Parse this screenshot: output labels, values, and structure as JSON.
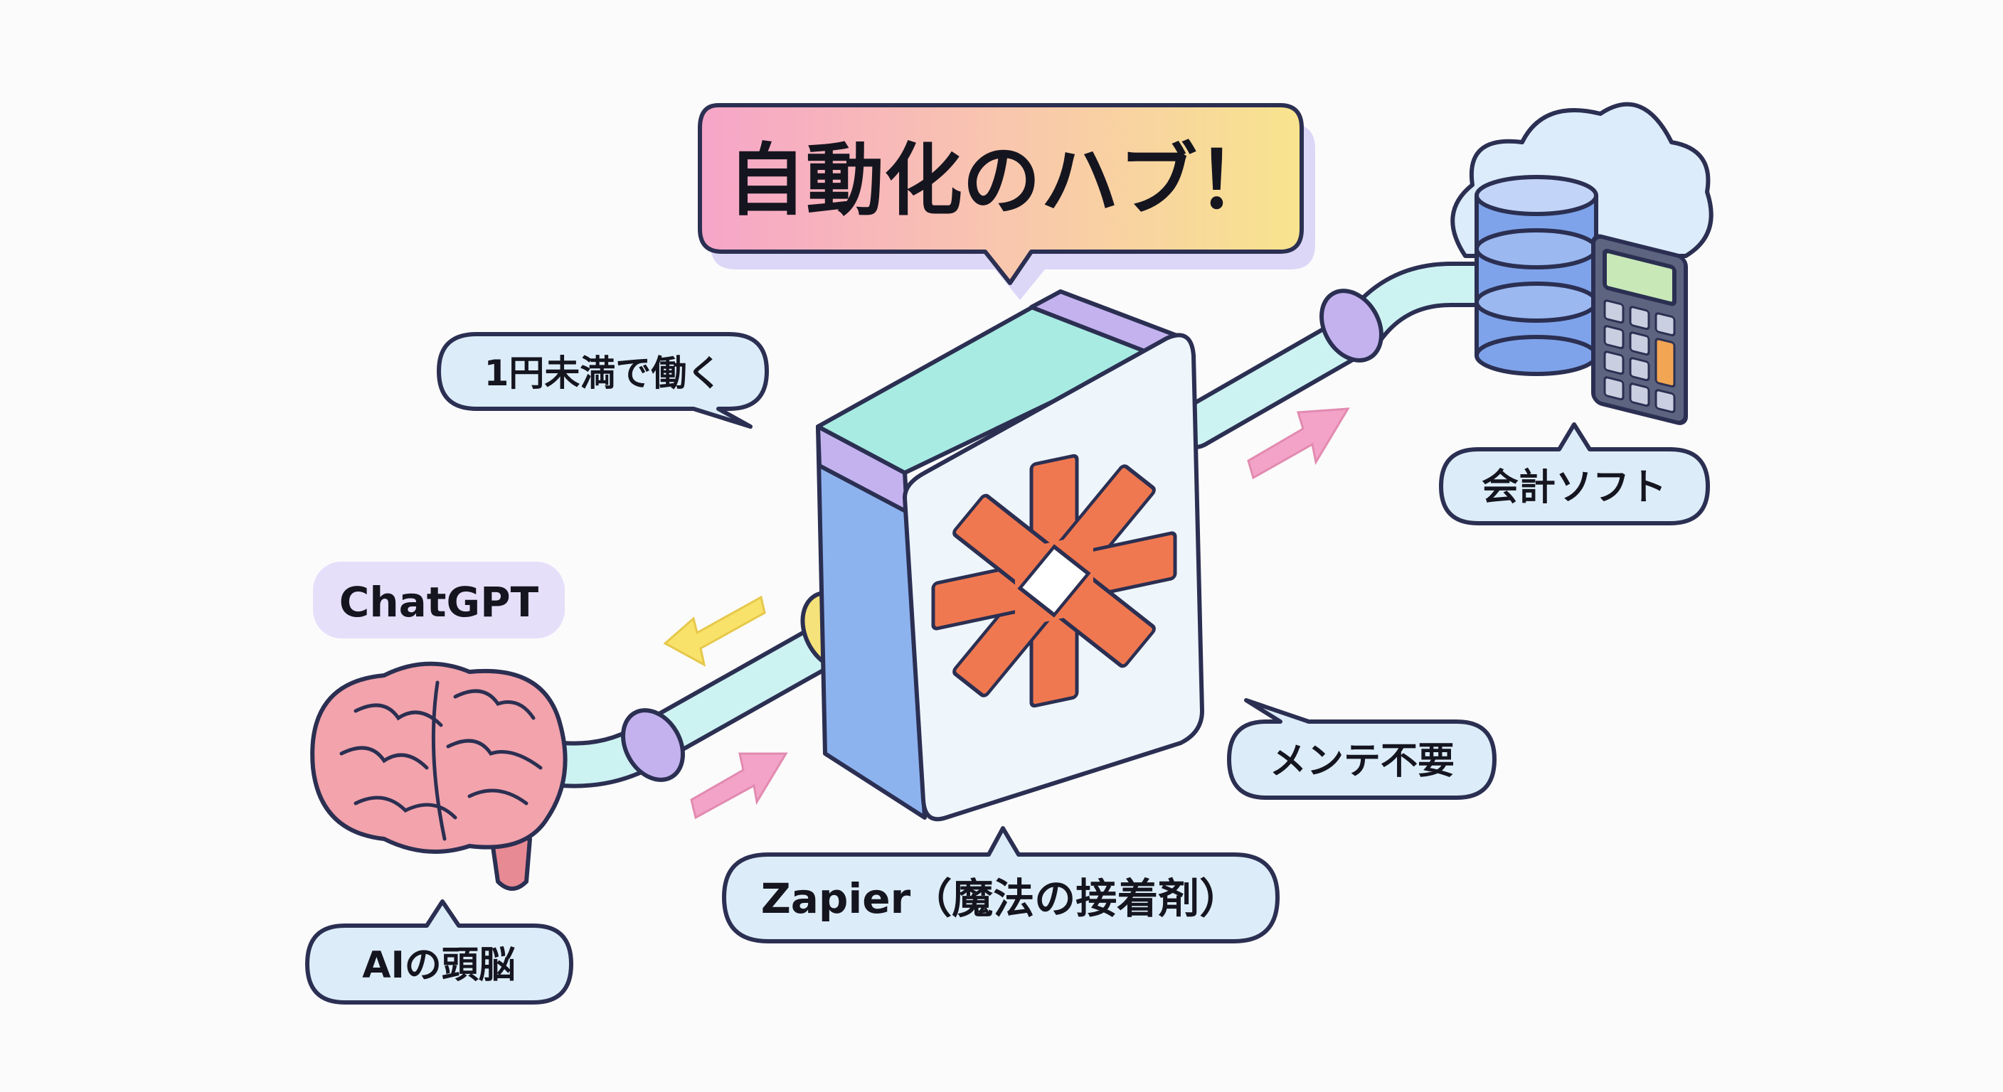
{
  "title": "自動化のハブ！",
  "labels": {
    "cost": "1円未満で働く",
    "chatgpt": "ChatGPT",
    "ai_brain": "AIの頭脳",
    "zapier": "Zapier（魔法の接着剤）",
    "maintenance": "メンテ不要",
    "accounting": "会計ソフト"
  },
  "icons": [
    "zapier-asterisk-icon",
    "brain-icon",
    "database-icon",
    "cloud-icon",
    "calculator-icon",
    "arrow-icon"
  ],
  "colors": {
    "outline": "#2b2f52",
    "zapier_orange": "#f07850",
    "hub_top": "#a8ebe2",
    "hub_side": "#8db3ef",
    "hub_cap": "#c4b2ef",
    "pipe": "#cdf2f2",
    "label_bg": "#dcedf9",
    "chatgpt_bg": "#e6dffa",
    "brain": "#f2a3ab"
  }
}
